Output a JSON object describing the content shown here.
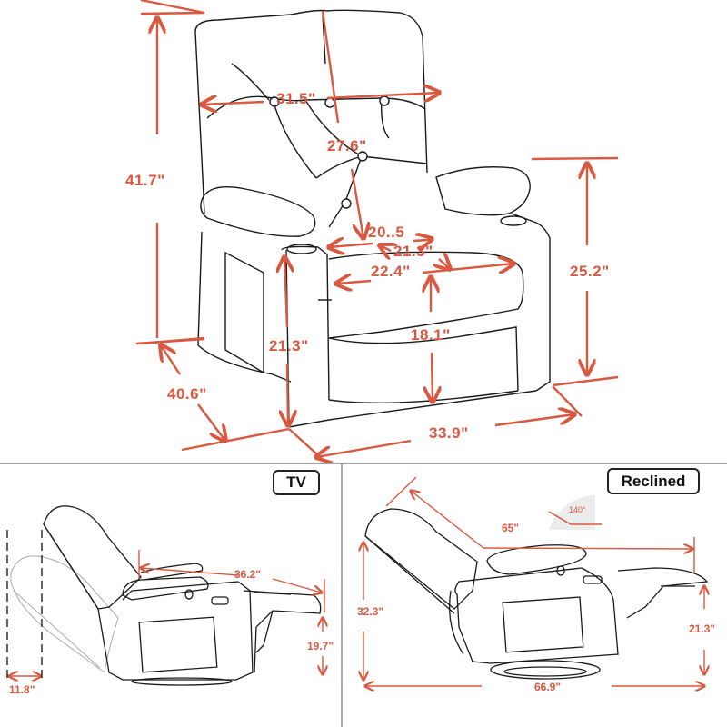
{
  "colors": {
    "dimension": "#d9583f",
    "outline": "#1a1a1a",
    "divider": "#888888"
  },
  "front_view": {
    "total_height": "41.7\"",
    "back_width": "31.5\"",
    "back_height": "27.6\"",
    "seat_depth": "20..5",
    "seat_width_inner": "21.3\"",
    "seat_width": "22.4\"",
    "seat_height": "18.1\"",
    "arm_height": "21.3\"",
    "arm_to_floor": "25.2\"",
    "depth": "40.6\"",
    "width": "33.9\""
  },
  "tv_view": {
    "tag": "TV",
    "length": "36.2\"",
    "wall_clearance": "11.8\"",
    "footrest_height": "19.7\""
  },
  "reclined_view": {
    "tag": "Reclined",
    "angle": "140°",
    "length_diagonal": "65\"",
    "height": "32.3\"",
    "footrest_height": "21.3\"",
    "total_length": "66.9\""
  }
}
